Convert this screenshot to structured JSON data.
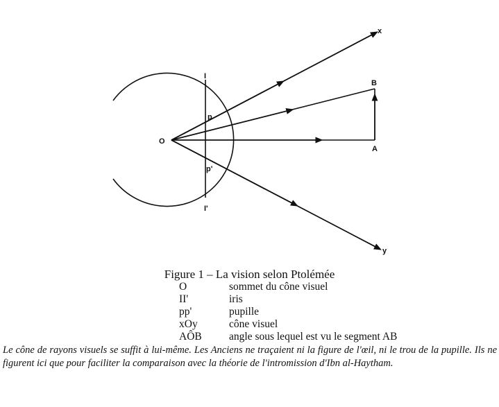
{
  "diagram": {
    "labels": {
      "x": "x",
      "B": "B",
      "A": "A",
      "y": "y",
      "O": "O",
      "I": "I",
      "I_prime": "I'",
      "p": "p",
      "p_prime": "p'"
    }
  },
  "caption": "Figure 1 – La vision selon Ptolémée",
  "legend": [
    {
      "key": "O",
      "value": "sommet du cône visuel"
    },
    {
      "key": "II'",
      "value": "iris"
    },
    {
      "key": "pp'",
      "value": "pupille"
    },
    {
      "key": "xOy",
      "value": "cône visuel"
    },
    {
      "key": "AÔB",
      "value": "angle sous lequel est vu le segment AB"
    }
  ],
  "note": "Le cône de rayons visuels se suffit à lui-même. Les Anciens ne traçaient ni la figure de l'œil, ni le trou de la pupille. Ils ne figurent ici que pour faciliter la comparaison avec la théorie de l'intromission d'Ibn al-Haytham."
}
